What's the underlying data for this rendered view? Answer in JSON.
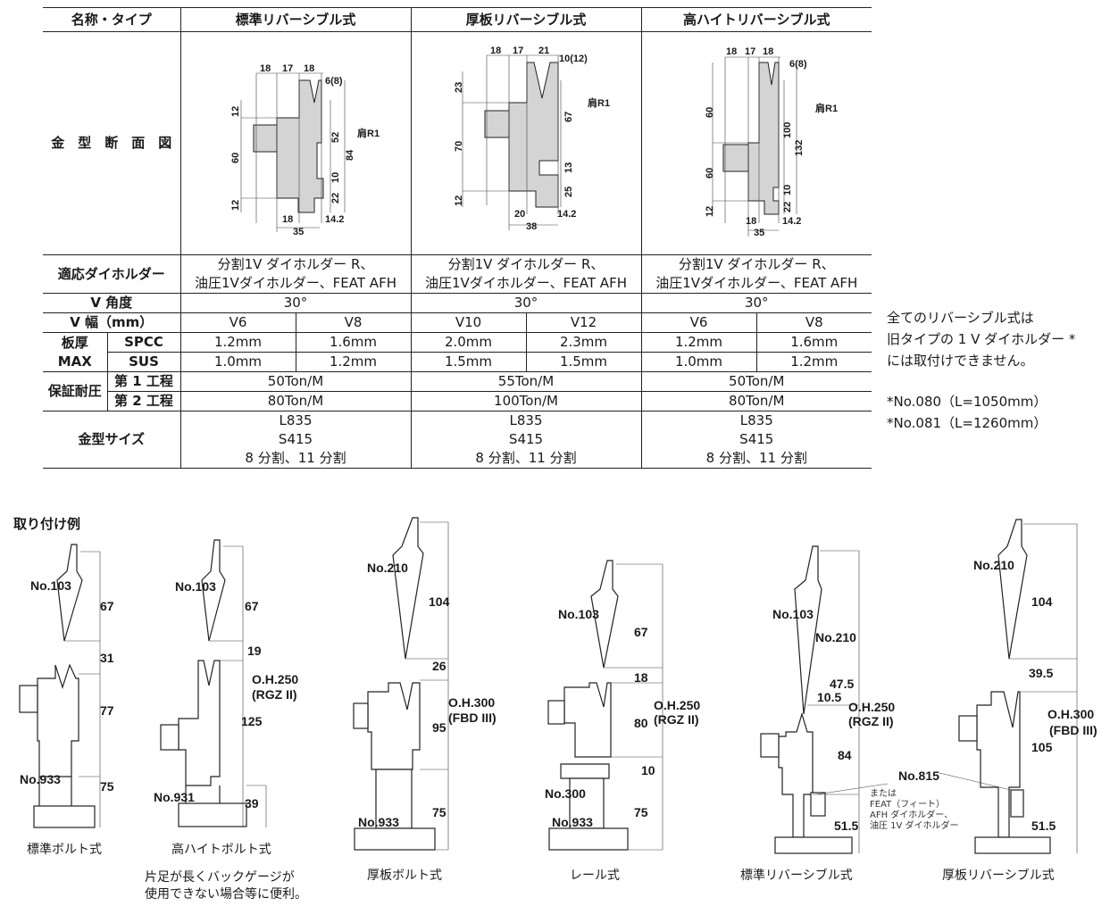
{
  "table": {
    "header": [
      "名称・タイプ",
      "標準リバーシブル式",
      "厚板リバーシブル式",
      "高ハイトリバーシブル式"
    ],
    "section_label": "金　型　断　面　図",
    "holder_label": "適応ダイホルダー",
    "holder_values": [
      [
        "分割1V ダイホルダー R、",
        "油圧1Vダイホルダー、FEAT AFH"
      ],
      [
        "分割1V ダイホルダー R、",
        "油圧1Vダイホルダー、FEAT AFH"
      ],
      [
        "分割1V ダイホルダー R、",
        "油圧1Vダイホルダー、FEAT AFH"
      ]
    ],
    "angle_label": "V 角度",
    "angle_values": [
      "30°",
      "30°",
      "30°"
    ],
    "vwidth_label": "V 幅（mm）",
    "vwidth_values": [
      "V6",
      "V8",
      "V10",
      "V12",
      "V6",
      "V8"
    ],
    "thickness_label": "板厚 MAX",
    "spcc_label": "SPCC",
    "spcc_values": [
      "1.2mm",
      "1.6mm",
      "2.0mm",
      "2.3mm",
      "1.2mm",
      "1.6mm"
    ],
    "sus_label": "SUS",
    "sus_values": [
      "1.0mm",
      "1.2mm",
      "1.5mm",
      "1.5mm",
      "1.0mm",
      "1.2mm"
    ],
    "pressure_label": "保証耐圧",
    "step1_label": "第 1 工程",
    "step1_values": [
      "50Ton/M",
      "55Ton/M",
      "50Ton/M"
    ],
    "step2_label": "第 2 工程",
    "step2_values": [
      "80Ton/M",
      "100Ton/M",
      "80Ton/M"
    ],
    "size_label": "金型サイズ",
    "size_values": [
      [
        "L835",
        "S415",
        "8 分割、11 分割"
      ],
      [
        "L835",
        "S415",
        "8 分割、11 分割"
      ],
      [
        "L835",
        "S415",
        "8 分割、11 分割"
      ]
    ]
  },
  "diagrams": {
    "d1": [
      "18",
      "17",
      "18",
      "6(8)",
      "肩R1",
      "12",
      "60",
      "12",
      "52",
      "84",
      "10",
      "22",
      "18",
      "14.2",
      "35"
    ],
    "d2": [
      "18",
      "17",
      "21",
      "10(12)",
      "肩R1",
      "23",
      "70",
      "12",
      "67",
      "13",
      "25",
      "20",
      "14.2",
      "38"
    ],
    "d3": [
      "18",
      "17",
      "18",
      "6(8)",
      "肩R1",
      "60",
      "60",
      "12",
      "100",
      "132",
      "10",
      "22",
      "18",
      "14.2",
      "35"
    ]
  },
  "side_note": {
    "lines": [
      "全てのリバーシブル式は",
      "旧タイプの 1 V ダイホルダー *",
      "には取付けできません。"
    ],
    "refs": [
      "*No.080（L=1050mm）",
      "*No.081（L=1260mm）"
    ]
  },
  "examples": {
    "title": "取り付け例",
    "e1": {
      "labels": [
        "No.103",
        "67",
        "31",
        "77",
        "No.933",
        "75"
      ],
      "caption": "標準ボルト式"
    },
    "e2": {
      "labels": [
        "No.103",
        "67",
        "19",
        "O.H.250",
        "(RGZ II)",
        "125",
        "No.931",
        "39"
      ],
      "caption": "高ハイトボルト式",
      "note": [
        "片足が長くバックゲージが",
        "使用できない場合等に便利。"
      ]
    },
    "e3": {
      "labels": [
        "No.210",
        "104",
        "26",
        "O.H.300",
        "(FBD III)",
        "95",
        "75",
        "No.933"
      ],
      "caption": "厚板ボルト式"
    },
    "e4": {
      "labels": [
        "No.103",
        "67",
        "18",
        "O.H.250",
        "(RGZ II)",
        "80",
        "10",
        "No.300",
        "No.933",
        "75"
      ],
      "caption": "レール式"
    },
    "e5": {
      "labels": [
        "No.103",
        "No.210",
        "47.5",
        "10.5",
        "O.H.250",
        "(RGZ II)",
        "84",
        "No.815",
        "51.5"
      ],
      "caption": "標準リバーシブル式",
      "note": [
        "または",
        "FEAT（フィート）",
        "AFH ダイホルダー、",
        "油圧 1V ダイホルダー"
      ]
    },
    "e6": {
      "labels": [
        "No.210",
        "104",
        "39.5",
        "O.H.300",
        "(FBD III)",
        "105",
        "51.5"
      ],
      "caption": "厚板リバーシブル式"
    }
  }
}
